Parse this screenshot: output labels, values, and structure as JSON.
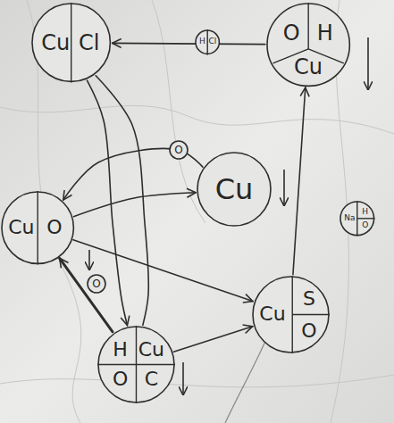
{
  "diagram": {
    "nodes": [
      {
        "text": [
          "Cu",
          "Cl"
        ]
      },
      {
        "text": [
          "H",
          "Cl"
        ]
      },
      {
        "text": [
          "O",
          "H",
          "Cu"
        ]
      },
      {
        "text": [
          "O"
        ]
      },
      {
        "text": [
          "Cu"
        ]
      },
      {
        "text": [
          "Cu",
          "O"
        ]
      },
      {
        "text": [
          "Na",
          "H",
          "O"
        ]
      },
      {
        "text": [
          "O"
        ]
      },
      {
        "text": [
          "Cu",
          "S",
          "O"
        ]
      },
      {
        "text": [
          "H",
          "Cu",
          "O",
          "C"
        ]
      }
    ],
    "edges": [
      {
        "from": 2,
        "to": 0,
        "arrow": "to"
      },
      {
        "from": 0,
        "to": 9,
        "arrow": "to"
      },
      {
        "from": 0,
        "to": 9,
        "arrow": "none"
      },
      {
        "from": 4,
        "to": 5,
        "arrow": "to"
      },
      {
        "from": 5,
        "to": 4,
        "arrow": "to"
      },
      {
        "from": 5,
        "to": 8,
        "arrow": "to"
      },
      {
        "from": 9,
        "to": 5,
        "arrow": "to"
      },
      {
        "from": 9,
        "to": 8,
        "arrow": "to"
      },
      {
        "from": 8,
        "to": 2,
        "arrow": "to"
      }
    ]
  }
}
